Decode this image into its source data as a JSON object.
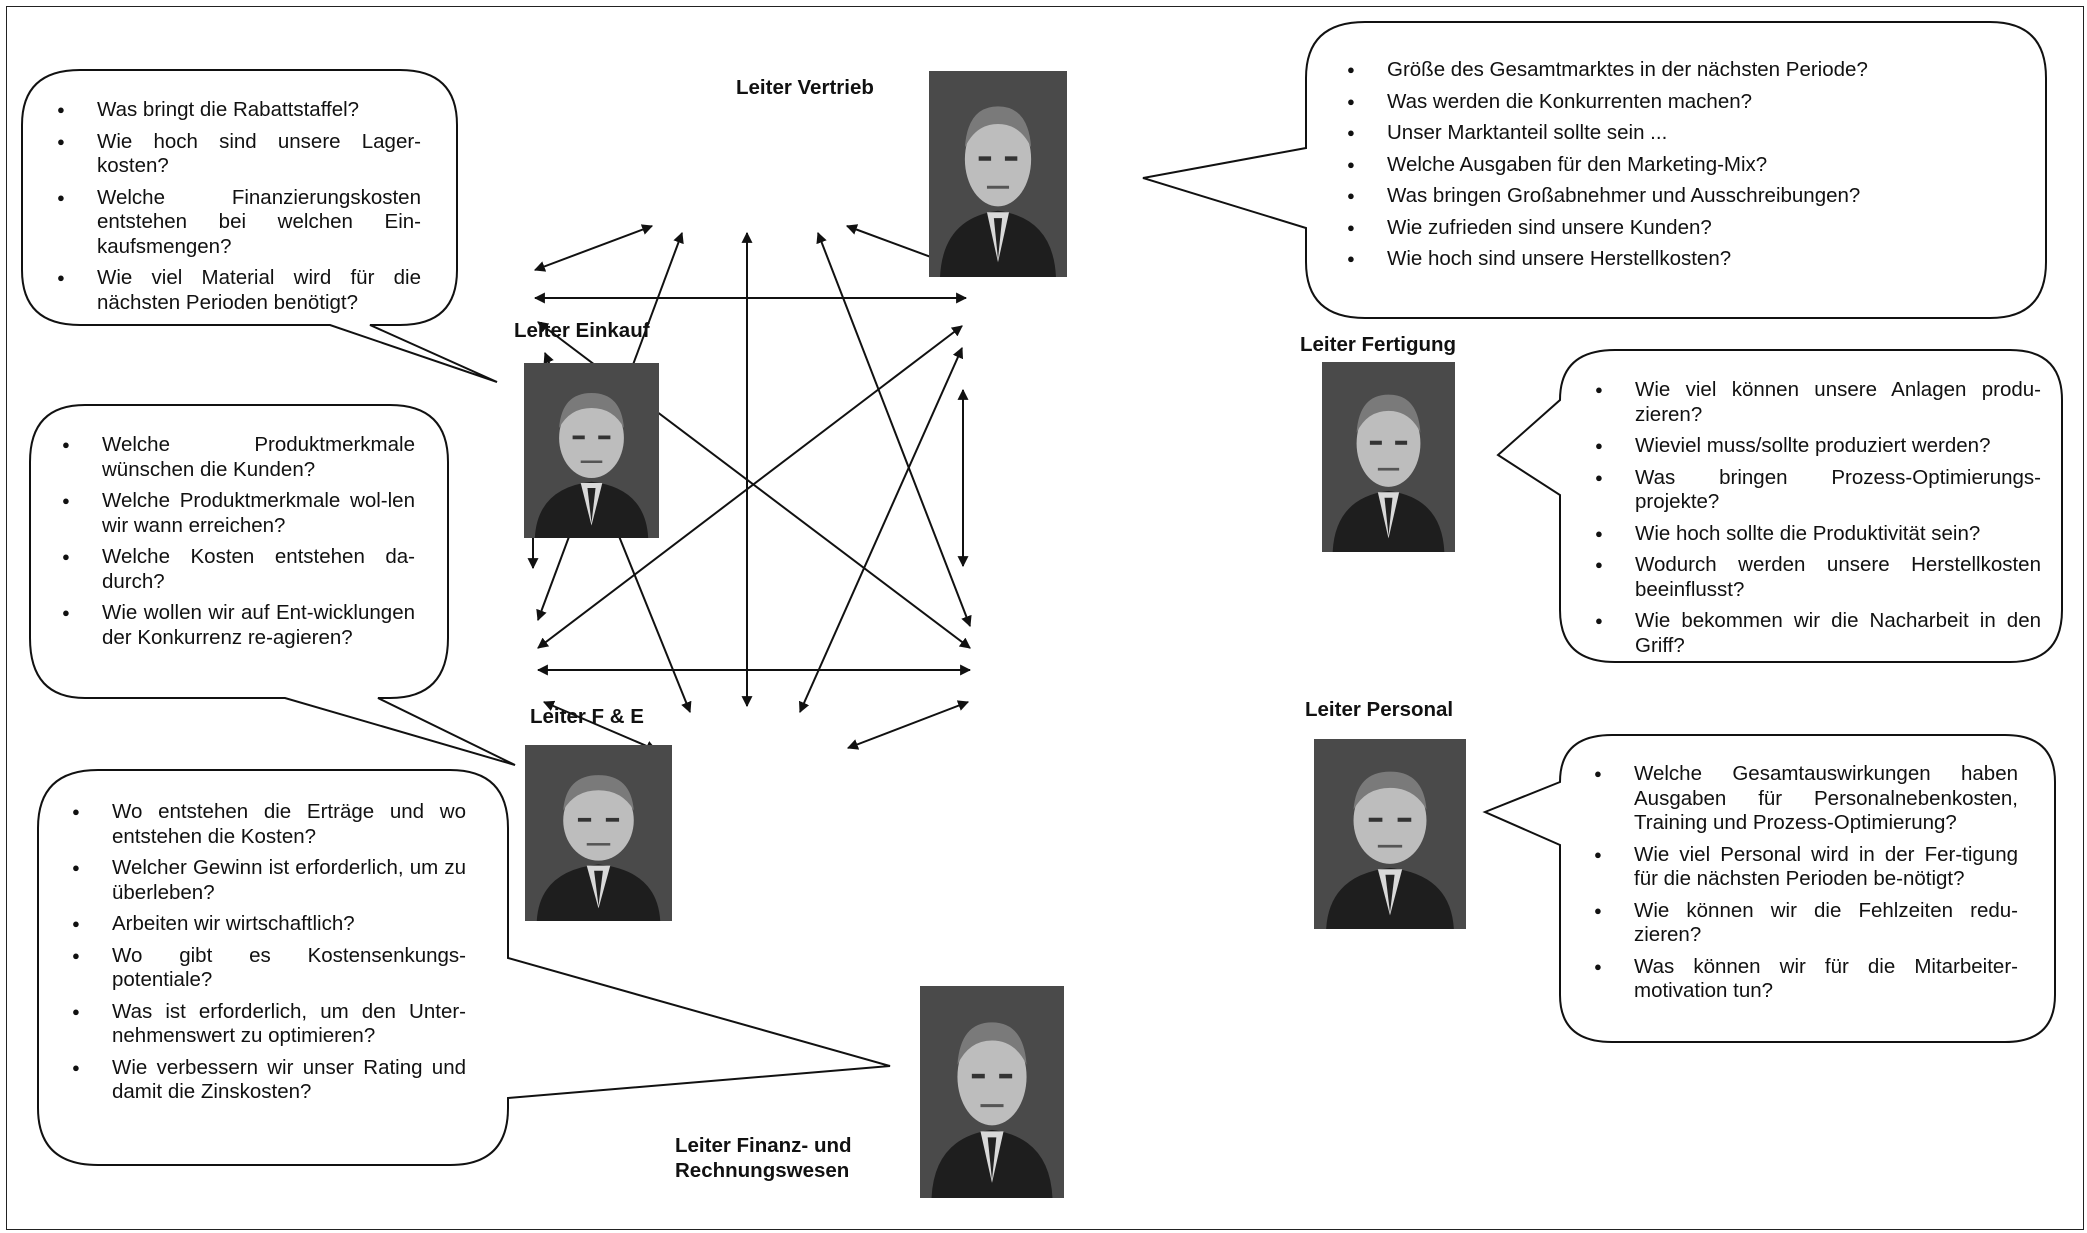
{
  "roles": {
    "vertrieb": "Leiter Vertrieb",
    "einkauf": "Leiter Einkauf",
    "fertigung": "Leiter Fertigung",
    "fe": "Leiter F & E",
    "personal": "Leiter Personal",
    "finanz_line1": "Leiter Finanz- und",
    "finanz_line2": "Rechnungswesen"
  },
  "bubbles": {
    "einkauf": [
      "Was bringt die Rabattstaffel?",
      "Wie hoch sind unsere Lager-kosten?",
      "Welche Finanzierungskosten entstehen bei welchen Ein-kaufsmengen?",
      "Wie viel Material wird für die nächsten Perioden benötigt?"
    ],
    "vertrieb": [
      "Größe des Gesamtmarktes in der nächsten Periode?",
      "Was werden die Konkurrenten machen?",
      "Unser Marktanteil sollte sein ...",
      "Welche Ausgaben für den Marketing-Mix?",
      "Was bringen Großabnehmer und Ausschreibungen?",
      "Wie zufrieden sind unsere Kunden?",
      "Wie hoch sind unsere Herstellkosten?"
    ],
    "fe": [
      "Welche Produktmerkmale wünschen die Kunden?",
      "Welche Produktmerkmale wol-len wir wann erreichen?",
      "Welche Kosten entstehen da-durch?",
      "Wie wollen wir auf Ent-wicklungen der Konkurrenz re-agieren?"
    ],
    "fertigung": [
      "Wie viel können unsere Anlagen produ-zieren?",
      "Wieviel muss/sollte produziert werden?",
      "Was bringen Prozess-Optimierungs-projekte?",
      "Wie hoch sollte die Produktivität sein?",
      "Wodurch werden unsere Herstellkosten beeinflusst?",
      "Wie bekommen wir die Nacharbeit in den Griff?"
    ],
    "finanz": [
      "Wo entstehen die Erträge und wo entstehen die Kosten?",
      "Welcher Gewinn ist erforderlich, um zu überleben?",
      "Arbeiten wir wirtschaftlich?",
      "Wo gibt es Kostensenkungs-potentiale?",
      "Was ist erforderlich, um den Unter-nehmenswert zu optimieren?",
      "Wie verbessern wir unser Rating und damit die Zinskosten?"
    ],
    "personal": [
      "Welche Gesamtauswirkungen haben Ausgaben für Personalnebenkosten, Training und Prozess-Optimierung?",
      "Wie viel Personal wird in der Fer-tigung für die nächsten Perioden be-nötigt?",
      "Wie können wir die Fehlzeiten redu-zieren?",
      "Was können wir für die Mitarbeiter-motivation tun?"
    ]
  },
  "icons": {
    "portrait": "person-portrait-icon",
    "bullet": "bullet-icon",
    "arrow": "double-arrow-icon"
  },
  "colors": {
    "line": "#111111",
    "photo_bg": "#3a3a3a"
  }
}
